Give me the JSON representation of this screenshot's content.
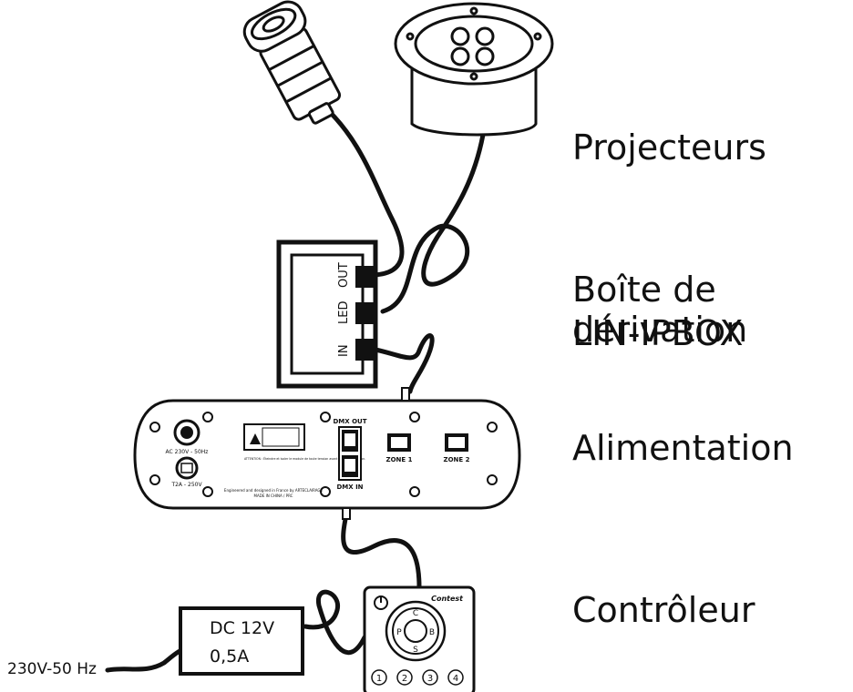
{
  "labels": {
    "projecteurs": "Projecteurs",
    "boite_line1": "Boîte de dérivation",
    "boite_line2": "LIN-IPBOX",
    "alimentation": "Alimentation",
    "controleur": "Contrôleur"
  },
  "box": {
    "out": "OUT",
    "led": "LED",
    "in": "IN"
  },
  "psu": {
    "ac_label": "AC 230V - 50Hz",
    "fuse_label": "T2A - 250V",
    "dmx_out": "DMX OUT",
    "dmx_in": "DMX IN",
    "zone1": "ZONE 1",
    "zone2": "ZONE 2",
    "warning_text": "ATTENTION : Éteindre et isoler le module de toute tension avant toute intervention.",
    "footer_line1": "Engineered and designed in France by ARTECLAIRAGE",
    "footer_line2": "MADE IN CHINA / PRC"
  },
  "adapter": {
    "line1": "DC 12V",
    "line2": "0,5A"
  },
  "mains": "230V-50 Hz",
  "controller": {
    "brand": "Contest",
    "center": "C",
    "left": "P",
    "right": "B",
    "bottom": "S",
    "buttons": [
      "1",
      "2",
      "3",
      "4"
    ]
  }
}
